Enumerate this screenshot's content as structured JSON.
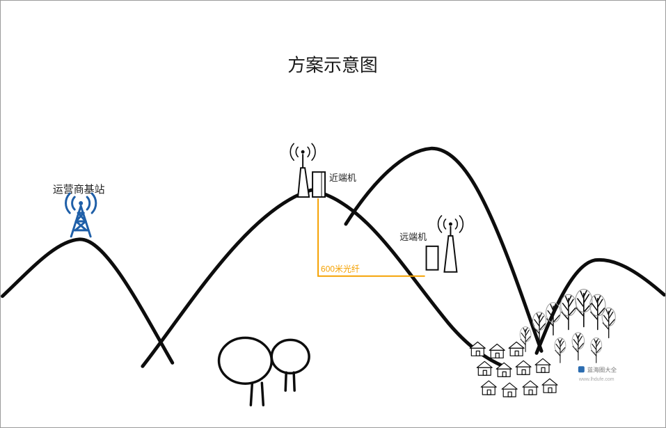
{
  "title": "方案示意图",
  "diagram": {
    "base_station_label": "运营商基站",
    "near_end_label": "近端机",
    "remote_label": "远端机",
    "fiber_label": "600米光纤"
  },
  "watermark": {
    "brand": "蓝海圈大全",
    "url": "www.lhdufe.com"
  },
  "colors": {
    "outline": "#0d0d0d",
    "tower_blue": "#1f5fa8",
    "fiber_orange": "#f5a100"
  }
}
